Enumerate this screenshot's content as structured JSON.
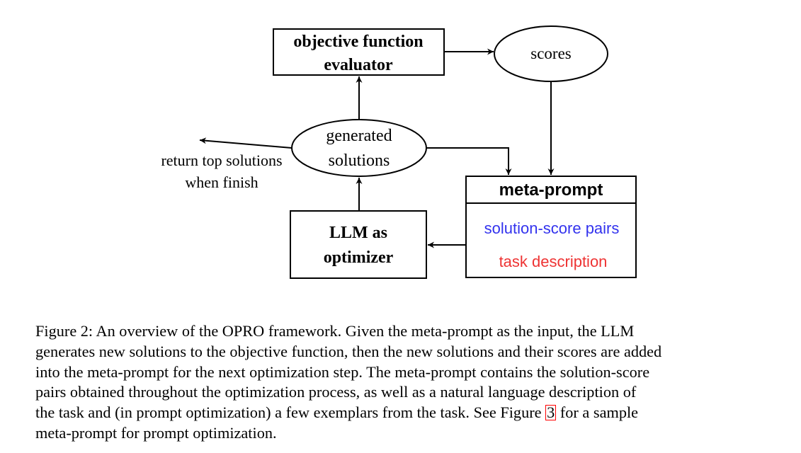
{
  "diagram": {
    "nodes": {
      "evaluator": {
        "line1": "objective function",
        "line2": "evaluator"
      },
      "scores": {
        "label": "scores"
      },
      "generated": {
        "line1": "generated",
        "line2": "solutions"
      },
      "return_note": {
        "line1": "return top solutions",
        "line2": "when finish"
      },
      "meta_prompt": {
        "title": "meta-prompt",
        "item1": "solution-score pairs",
        "item2": "task description"
      },
      "llm": {
        "line1": "LLM as",
        "line2": "optimizer"
      }
    },
    "edges": [
      {
        "from": "generated",
        "to": "evaluator"
      },
      {
        "from": "evaluator",
        "to": "scores"
      },
      {
        "from": "scores",
        "to": "meta_prompt"
      },
      {
        "from": "generated",
        "to": "meta_prompt"
      },
      {
        "from": "generated",
        "to": "return_note"
      },
      {
        "from": "llm",
        "to": "generated"
      },
      {
        "from": "meta_prompt",
        "to": "llm"
      }
    ],
    "colors": {
      "solution_score_pairs": "#3333ee",
      "task_description": "#ee3333"
    }
  },
  "caption": {
    "line1": "Figure 2: An overview of the OPRO framework. Given the meta-prompt as the input, the LLM",
    "line2": "generates new solutions to the objective function, then the new solutions and their scores are added",
    "line3": "into the meta-prompt for the next optimization step. The meta-prompt contains the solution-score",
    "line4": "pairs obtained throughout the optimization process, as well as a natural language description of",
    "line5_before": "the task and (in prompt optimization) a few exemplars from the task. See Figure ",
    "line5_ref": "3",
    "line5_after": " for a sample",
    "line6": "meta-prompt for prompt optimization."
  }
}
